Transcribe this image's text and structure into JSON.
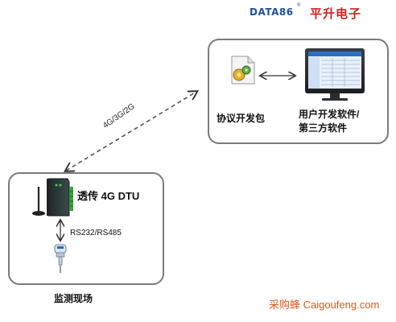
{
  "brand": {
    "name_en": "DATA86",
    "reg_mark": "®",
    "name_cn": "平升电子"
  },
  "top_box": {
    "sdk_label": "协议开发包",
    "software_label_line1": "用户开发软件/",
    "software_label_line2": "第三方软件"
  },
  "link": {
    "network_label": "4G/3G/2G"
  },
  "site_box": {
    "dtu_label": "透传 4G DTU",
    "serial_label": "RS232/RS485"
  },
  "site_label": "监测现场",
  "footer": {
    "watermark": "采购蜂 Caigoufeng.com"
  }
}
